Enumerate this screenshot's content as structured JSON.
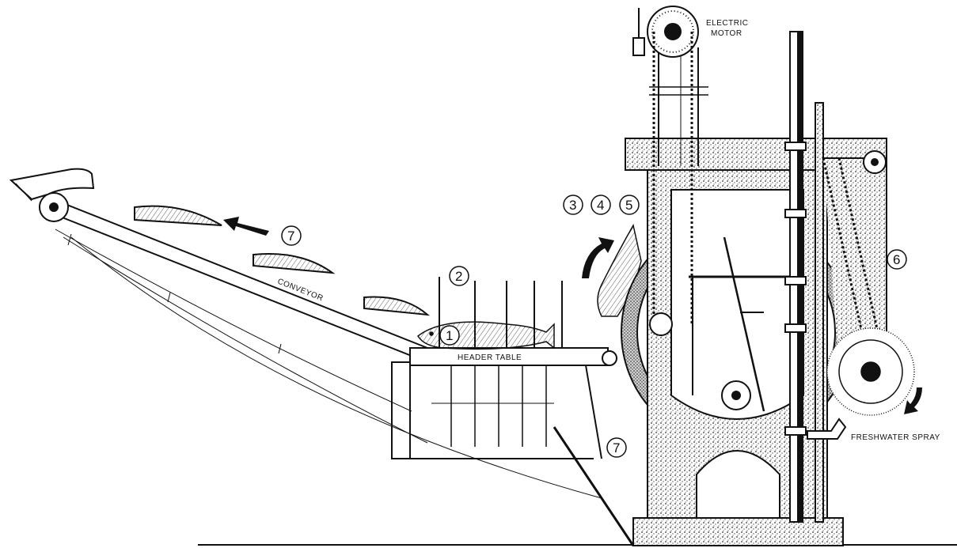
{
  "labels": {
    "electric_motor_line1": "ELECTRIC",
    "electric_motor_line2": "MOTOR",
    "conveyor": "CONVEYOR",
    "header_table": "HEADER TABLE",
    "freshwater_spray": "FRESHWATER SPRAY"
  },
  "step_markers": {
    "one": "1",
    "two": "2",
    "three": "3",
    "four": "4",
    "five": "5",
    "six": "6",
    "seven_upper": "7",
    "seven_lower": "7"
  },
  "colors": {
    "ink": "#111111",
    "stipple": "#8a8a8a",
    "paper": "#ffffff"
  }
}
